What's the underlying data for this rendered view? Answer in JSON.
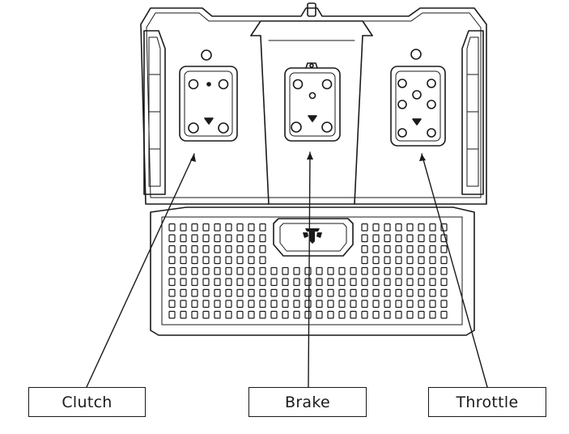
{
  "labels": {
    "clutch": "Clutch",
    "brake": "Brake",
    "throttle": "Throttle"
  },
  "colors": {
    "line": "#1a1a1a",
    "background": "#ffffff"
  },
  "icons": {
    "logo": "brand-logo-icon"
  }
}
